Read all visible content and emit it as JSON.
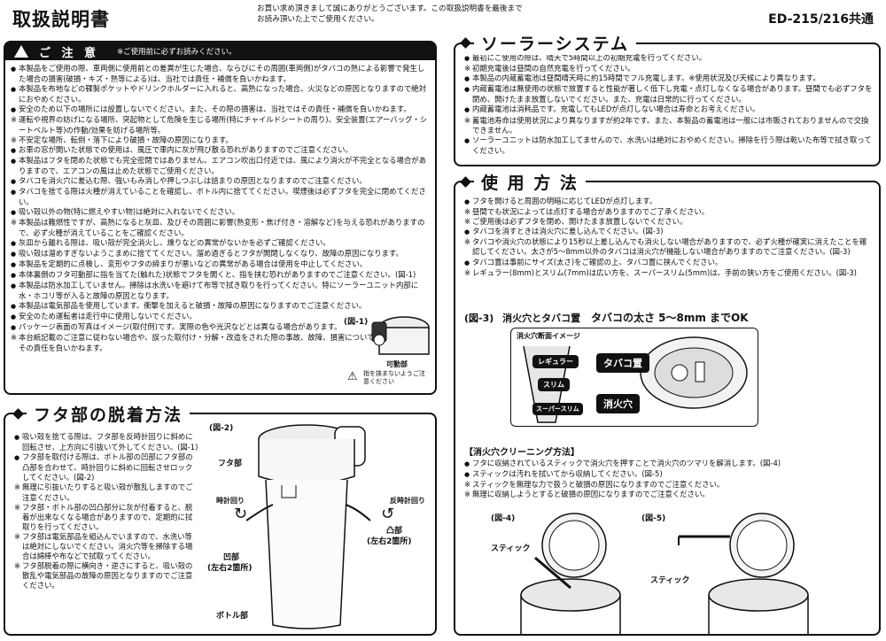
{
  "header": {
    "title": "取扱説明書",
    "intro": "お買い求め頂きまして誠にありがとうございます。この取扱説明書を最後までお読み頂いた上でご使用ください。",
    "model": "ED-215/216共通"
  },
  "caution": {
    "title": "ご 注 意",
    "note": "※ご使用前に必ずお読みください。",
    "items": [
      {
        "mark": "b",
        "text": "本製品をご使用の際、車両側に使用前との差異が生じた場合、ならびにその周囲(車両側)がタバコの熱による影響で発生した場合の損害(破損・キズ・熱等による)は、当社では責任・補償を負いかねます。"
      },
      {
        "mark": "b",
        "text": "本製品を布地などの鞣製ポケットやドリンクホルダーに入れると、高熱になった場合、火災などの原因となりますので絶対におやめください。"
      },
      {
        "mark": "b",
        "text": "安全のため以下の場所には設置しないでください。また、その際の損害は、当社ではその責任・補償を負いかねます。"
      },
      {
        "mark": "n",
        "text": "運転や視界の妨げになる場所、突起物として危険を生じる場所(特にチャイルドシートの周り)、安全装置(エアーバッグ・シートベルト等)の作動/効果を妨げる場所等。"
      },
      {
        "mark": "n",
        "text": "不安定な場所、転倒・落下により破損・故障の原因になります。"
      },
      {
        "mark": "b",
        "text": "お車の窓が開いた状態での使用は、風圧で車内に灰が飛び散る恐れがありますのでご注意ください。"
      },
      {
        "mark": "b",
        "text": "本製品はフタを閉めた状態でも完全密閉ではありません。エアコン吹出口付近では、風により消火が不完全となる場合がありますので、エアコンの風は止めた状態でご使用ください。"
      },
      {
        "mark": "b",
        "text": "タバコを消火穴に差込む際、強いもみ消しや押しつぶしは詰まりの原因となりますのでご注意ください。"
      },
      {
        "mark": "b",
        "text": "タバコを捨てる際は火種が消えていることを確認し、ボトル内に捨ててください。喫煙後は必ずフタを完全に閉めてください。"
      },
      {
        "mark": "b",
        "text": "吸い殻以外の物(特に燃えやすい物)は絶対に入れないでください。"
      },
      {
        "mark": "n",
        "text": "本製品は難燃性ですが、高熱になると灰皿、及びその周囲に影響(熱変形・焦げ付き・溶解など)を与える恐れがありますので、必ず火種が消えていることをご確認ください。"
      },
      {
        "mark": "b",
        "text": "灰皿から離れる際は、吸い殻が完全消火し、燻りなどの異常がないかを必ずご確認ください。"
      },
      {
        "mark": "b",
        "text": "吸い殻は溜めすぎないようこまめに捨ててください。溜め過ぎるとフタが開閉しなくなり、故障の原因になります。"
      },
      {
        "mark": "b",
        "text": "本製品を定期的に点検し、変形やフタの締まりが悪いなどの異常がある場合は使用を中止してください。"
      },
      {
        "mark": "b",
        "text": "本体裏側のフタ可動部に指を当てた(触れた)状態でフタを開くと、指を挟む恐れがありますのでご注意ください。(図-1)"
      },
      {
        "mark": "b",
        "text": "本製品は防水加工していません。掃除は水洗いを避けて布等で拭き取りを行ってください。特にソーラーユニット内部に水・ホコリ等が入ると故障の原因となります。"
      },
      {
        "mark": "b",
        "text": "本製品は電気部品を使用しています。衝撃を加えると破損・故障の原因になりますのでご注意ください。"
      },
      {
        "mark": "b",
        "text": "安全のため運転者は走行中に使用しないでください。"
      },
      {
        "mark": "b",
        "text": "パッケージ表面の写真はイメージ(取付例)です。実際の色や光沢などとは異なる場合があります。"
      },
      {
        "mark": "n",
        "text": "本台紙記載のご注意に従わない場合や、誤った取付け・分解・改造をされた際の事故、故障、損害については当社では一切その責任を負いかねます。"
      }
    ],
    "fig1": {
      "label": "(図-1)",
      "part": "可動部",
      "warn": "指を挟まないようご注意ください"
    }
  },
  "lid": {
    "title": "フタ部の脱着方法",
    "items": [
      {
        "mark": "b",
        "text": "吸い殻を捨てる際は、フタ部を反時計回りに斜めに回転させ、上方向に引抜いて外してください。(図-1)"
      },
      {
        "mark": "b",
        "text": "フタ部を取付ける際は、ボトル部の凹部にフタ部の凸部を合わせて、時計回りに斜めに回転させロックしてください。(図-2)"
      },
      {
        "mark": "n",
        "text": "無理に引抜いたりすると吸い殻が散乱しますのでご注意ください。"
      },
      {
        "mark": "n",
        "text": "フタ部・ボトル部の凹凸部分に灰が付着すると、脱着が出来なくなる場合がありますので、定期的に拭取りを行ってください。"
      },
      {
        "mark": "n",
        "text": "フタ部は電気部品を組込んでいますので、水洗い等は絶対にしないでください。消火穴等を掃除する場合は綿棒や布などで拭取ってください。"
      },
      {
        "mark": "n",
        "text": "フタ部脱着の際に横向き・逆さにすると、吸い殻の散乱や電気部品の故障の原因となりますのでご注意ください。"
      }
    ],
    "fig2": {
      "label": "(図-2)",
      "lid_part": "フタ部",
      "cw": "時計回り",
      "ccw": "反時計回り",
      "concave": "凹部",
      "concave_note": "(左右2箇所)",
      "convex": "凸部",
      "convex_note": "(左右2箇所)",
      "bottle": "ボトル部"
    }
  },
  "solar": {
    "title": "ソーラーシステム",
    "items": [
      {
        "mark": "b",
        "text": "最初にご使用の際は、晴天で5時間以上の初期充電を行ってください。"
      },
      {
        "mark": "n",
        "text": "初期充電後は昼間の自然充電を行ってください。"
      },
      {
        "mark": "b",
        "text": "本製品の内蔵蓄電池は昼間晴天時に約15時間でフル充電します。※使用状況及び天候により異なります。"
      },
      {
        "mark": "b",
        "text": "内蔵蓄電池は無使用の状態で放置すると性能が著しく低下し充電・点灯しなくなる場合があります。昼間でも必ずフタを閉め、開けたまま放置しないでください。また、充電は日常的に行ってください。"
      },
      {
        "mark": "b",
        "text": "内蔵蓄電池は消耗品です。充電してもLEDが点灯しない場合は寿命とお考えください。"
      },
      {
        "mark": "n",
        "text": "蓄電池寿命は使用状況により異なりますが約2年です。また、本製品の蓄電池は一般には市販されておりませんので交換できません。"
      },
      {
        "mark": "b",
        "text": "ソーラーユニットは防水加工してませんので、水洗いは絶対におやめください。掃除を行う際は乾いた布等で拭き取ってください。"
      }
    ]
  },
  "usage": {
    "title": "使 用 方 法",
    "items": [
      {
        "mark": "b",
        "text": "フタを開けると周囲の明暗に応じてLEDが点灯します。"
      },
      {
        "mark": "n",
        "text": "昼間でも状況によっては点灯する場合がありますのでご了承ください。"
      },
      {
        "mark": "n",
        "text": "ご使用後は必ずフタを閉め、開けたまま放置しないでください。"
      },
      {
        "mark": "b",
        "text": "タバコを消すときは消火穴に差し込んでください。(図-3)"
      },
      {
        "mark": "n",
        "text": "タバコや消火穴の状態により15秒以上差し込んでも消火しない場合がありますので、必ず火種が確実に消えたことを確認してください。太さが5～8mm以外のタバコは消火穴が機能しない場合がありますのでご注意ください。(図-3)"
      },
      {
        "mark": "b",
        "text": "タバコ置は事前にサイズ(太さ)をご確認の上、タバコ置に挟んでください。"
      },
      {
        "mark": "n",
        "text": "レギュラー(8mm)とスリム(7mm)は広い方を、スーパースリム(5mm)は、手前の狭い方をご使用ください。(図-3)"
      }
    ],
    "fig3": {
      "label": "(図-3)",
      "heading": "消火穴とタバコ置",
      "size_note": "タバコの太さ 5～8mm までOK",
      "cross_section": "消火穴断面イメージ",
      "regular": "レギュラー",
      "slim": "スリム",
      "super_slim": "スーパースリム",
      "holder": "タバコ置",
      "hole": "消火穴"
    }
  },
  "cleaning": {
    "title": "【消火穴クリーニング方法】",
    "items": [
      {
        "mark": "b",
        "text": "フタに収納されているスティックで消火穴を押すことで消火穴のツマリを解消します。(図-4)"
      },
      {
        "mark": "b",
        "text": "スティックは汚れを拭いてから収納してください。(図-5)"
      },
      {
        "mark": "n",
        "text": "スティックを無理な力で扱うと破損の原因になりますのでご注意ください。"
      },
      {
        "mark": "n",
        "text": "無理に収納しようとすると破損の原因になりますのでご注意ください。"
      }
    ],
    "fig4": {
      "label": "(図-4)",
      "stick": "スティック"
    },
    "fig5": {
      "label": "(図-5)",
      "stick": "スティック"
    }
  }
}
